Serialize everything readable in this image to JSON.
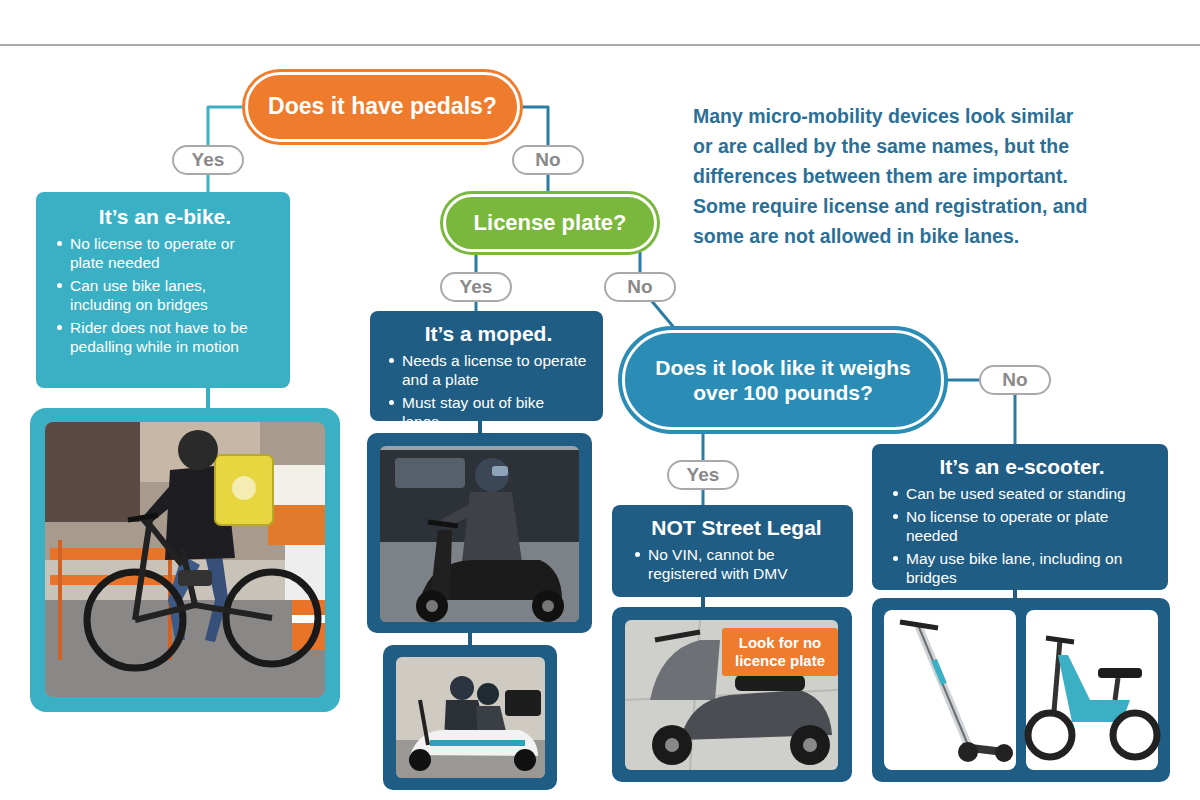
{
  "diagram": {
    "nodes": [
      {
        "text": [
          "Does it have pedals?"
        ]
      },
      {
        "text": [
          "It’s an e-bike.",
          "No license to operate or plate needed",
          "Can use bike lanes, including on bridges",
          "Rider does not have to be pedalling while in motion"
        ]
      },
      {
        "text": [
          "License plate?"
        ]
      },
      {
        "text": [
          "It’s a moped.",
          "Needs a license to operate and a plate",
          "Must stay out of bike lanes."
        ]
      },
      {
        "text": [
          "Does it look like it weighs over 100 pounds?"
        ]
      },
      {
        "text": [
          "NOT Street Legal",
          "No VIN, cannot be registered with DMV"
        ]
      },
      {
        "text": [
          "Look for no licence plate"
        ]
      },
      {
        "text": [
          "It’s an e-scooter.",
          "Can be used seated or standing",
          "No license to operate or plate needed",
          "May use bike lane, including on bridges"
        ]
      }
    ],
    "edges": [
      {
        "from": 0,
        "to": 1,
        "label": "Yes",
        "arrow": "none"
      },
      {
        "from": 0,
        "to": 2,
        "label": "No",
        "arrow": "none"
      },
      {
        "from": 2,
        "to": 3,
        "label": "Yes",
        "arrow": "none"
      },
      {
        "from": 2,
        "to": 4,
        "label": "No",
        "arrow": "none"
      },
      {
        "from": 4,
        "to": 5,
        "label": "Yes",
        "arrow": "none"
      },
      {
        "from": 4,
        "to": 7,
        "label": "No",
        "arrow": "none"
      }
    ],
    "labels": [
      "Many micro-mobility devices look similar or are called by the same names, but the differences between them are important. Some require license and registration, and some are not allowed in bike lanes."
    ]
  }
}
